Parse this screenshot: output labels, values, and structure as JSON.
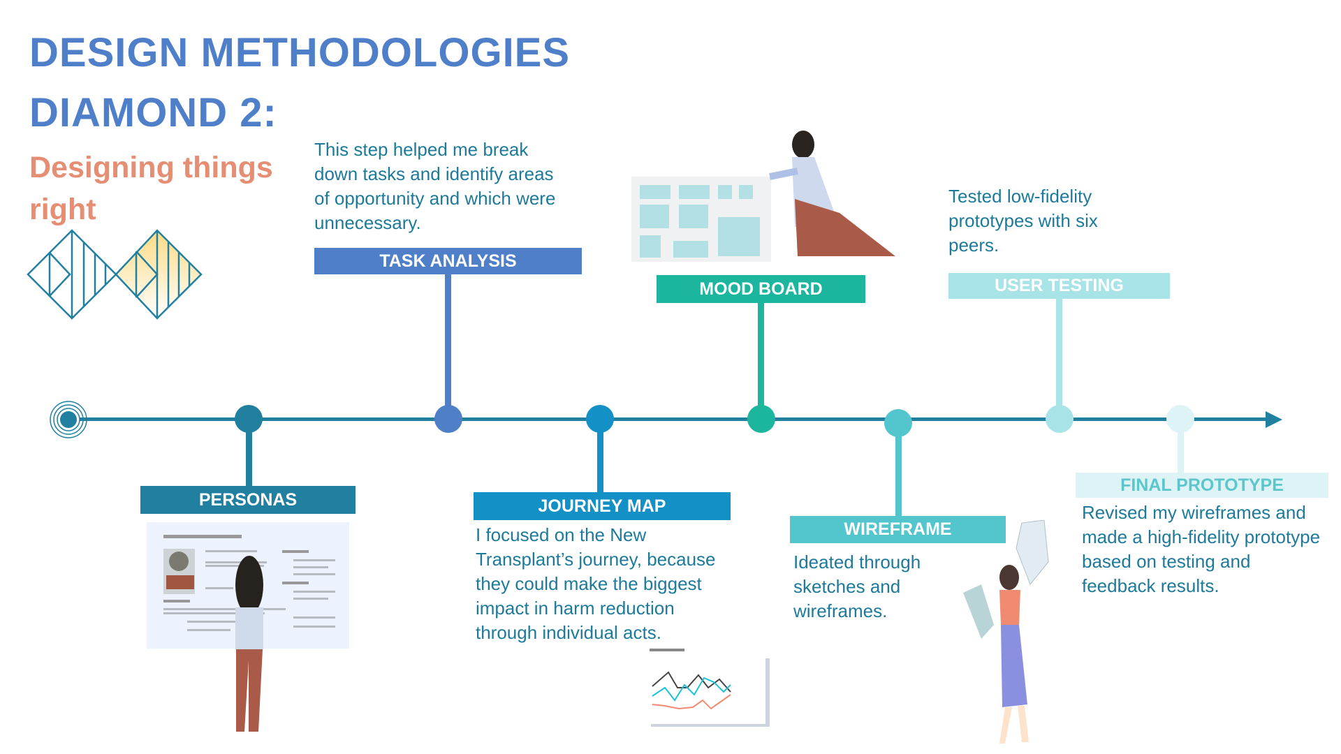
{
  "header": {
    "title_line1": "DESIGN METHODOLOGIES",
    "title_line2": "DIAMOND 2:",
    "subtitle": "Designing things right"
  },
  "steps": [
    {
      "label": "PERSONAS",
      "color": "#217FA0",
      "text_color": "#FFFFFF"
    },
    {
      "label": "TASK ANALYSIS",
      "color": "#4F7FC9",
      "text_color": "#FFFFFF",
      "description": "This step helped me break down tasks and identify areas of opportunity and which were unnecessary."
    },
    {
      "label": "JOURNEY MAP",
      "color": "#1391C7",
      "text_color": "#FFFFFF",
      "description": "I focused on the New Transplant’s journey, because they could make the biggest impact in harm reduction through individual acts."
    },
    {
      "label": "MOOD BOARD",
      "color": "#1CB59E",
      "text_color": "#FFFFFF"
    },
    {
      "label": "WIREFRAME",
      "color": "#53C5CC",
      "text_color": "#FFFFFF",
      "description": "Ideated through sketches and wireframes."
    },
    {
      "label": "USER TESTING",
      "color": "#A8E3E7",
      "text_color": "#FFFFFF",
      "description": "Tested low-fidelity prototypes with six peers."
    },
    {
      "label": "FINAL PROTOTYPE",
      "color": "#DDF3F5",
      "text_color": "#5CC6CC",
      "description": "Revised my wireframes and made a high-fidelity prototype based on testing and feedback results."
    }
  ],
  "timeline_color": "#217FA0"
}
